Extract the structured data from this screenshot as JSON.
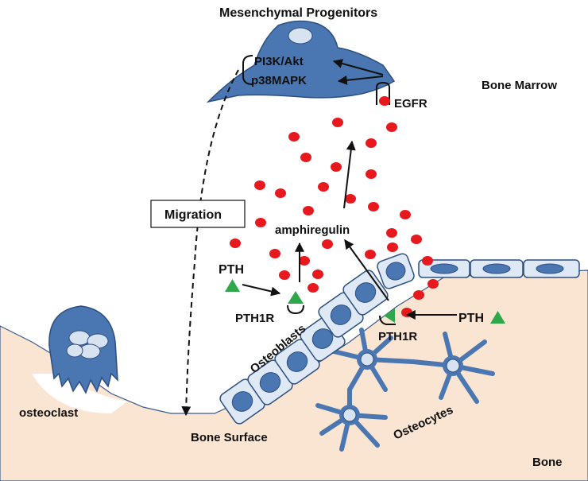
{
  "labels": {
    "title": "Mesenchymal Progenitors",
    "bone_marrow": "Bone Marrow",
    "pi3k": "PI3K/Akt",
    "p38": "p38MAPK",
    "egfr": "EGFR",
    "migration": "Migration",
    "amphiregulin": "amphiregulin",
    "pth_left": "PTH",
    "pth_right": "PTH",
    "pth1r_left": "PTH1R",
    "pth1r_right": "PTH1R",
    "osteoblasts": "Osteoblasts",
    "osteocytes": "Osteocytes",
    "osteoclast": "osteoclast",
    "bone_surface": "Bone Surface",
    "bone": "Bone"
  },
  "colors": {
    "cell_fill": "#4a76b2",
    "cell_stroke": "#2d4f80",
    "nucleus_fill": "#d7e3f1",
    "osteoblast_fill": "#dfe9f5",
    "bone_fill": "#fae5d3",
    "amphiregulin_dot": "#e8191e",
    "pth_triangle": "#2ea84a"
  },
  "icons": [
    "osteoclast-cell",
    "mesenchymal-progenitor-cell",
    "osteocyte-cell",
    "pth-triangle",
    "amphiregulin-dot"
  ]
}
